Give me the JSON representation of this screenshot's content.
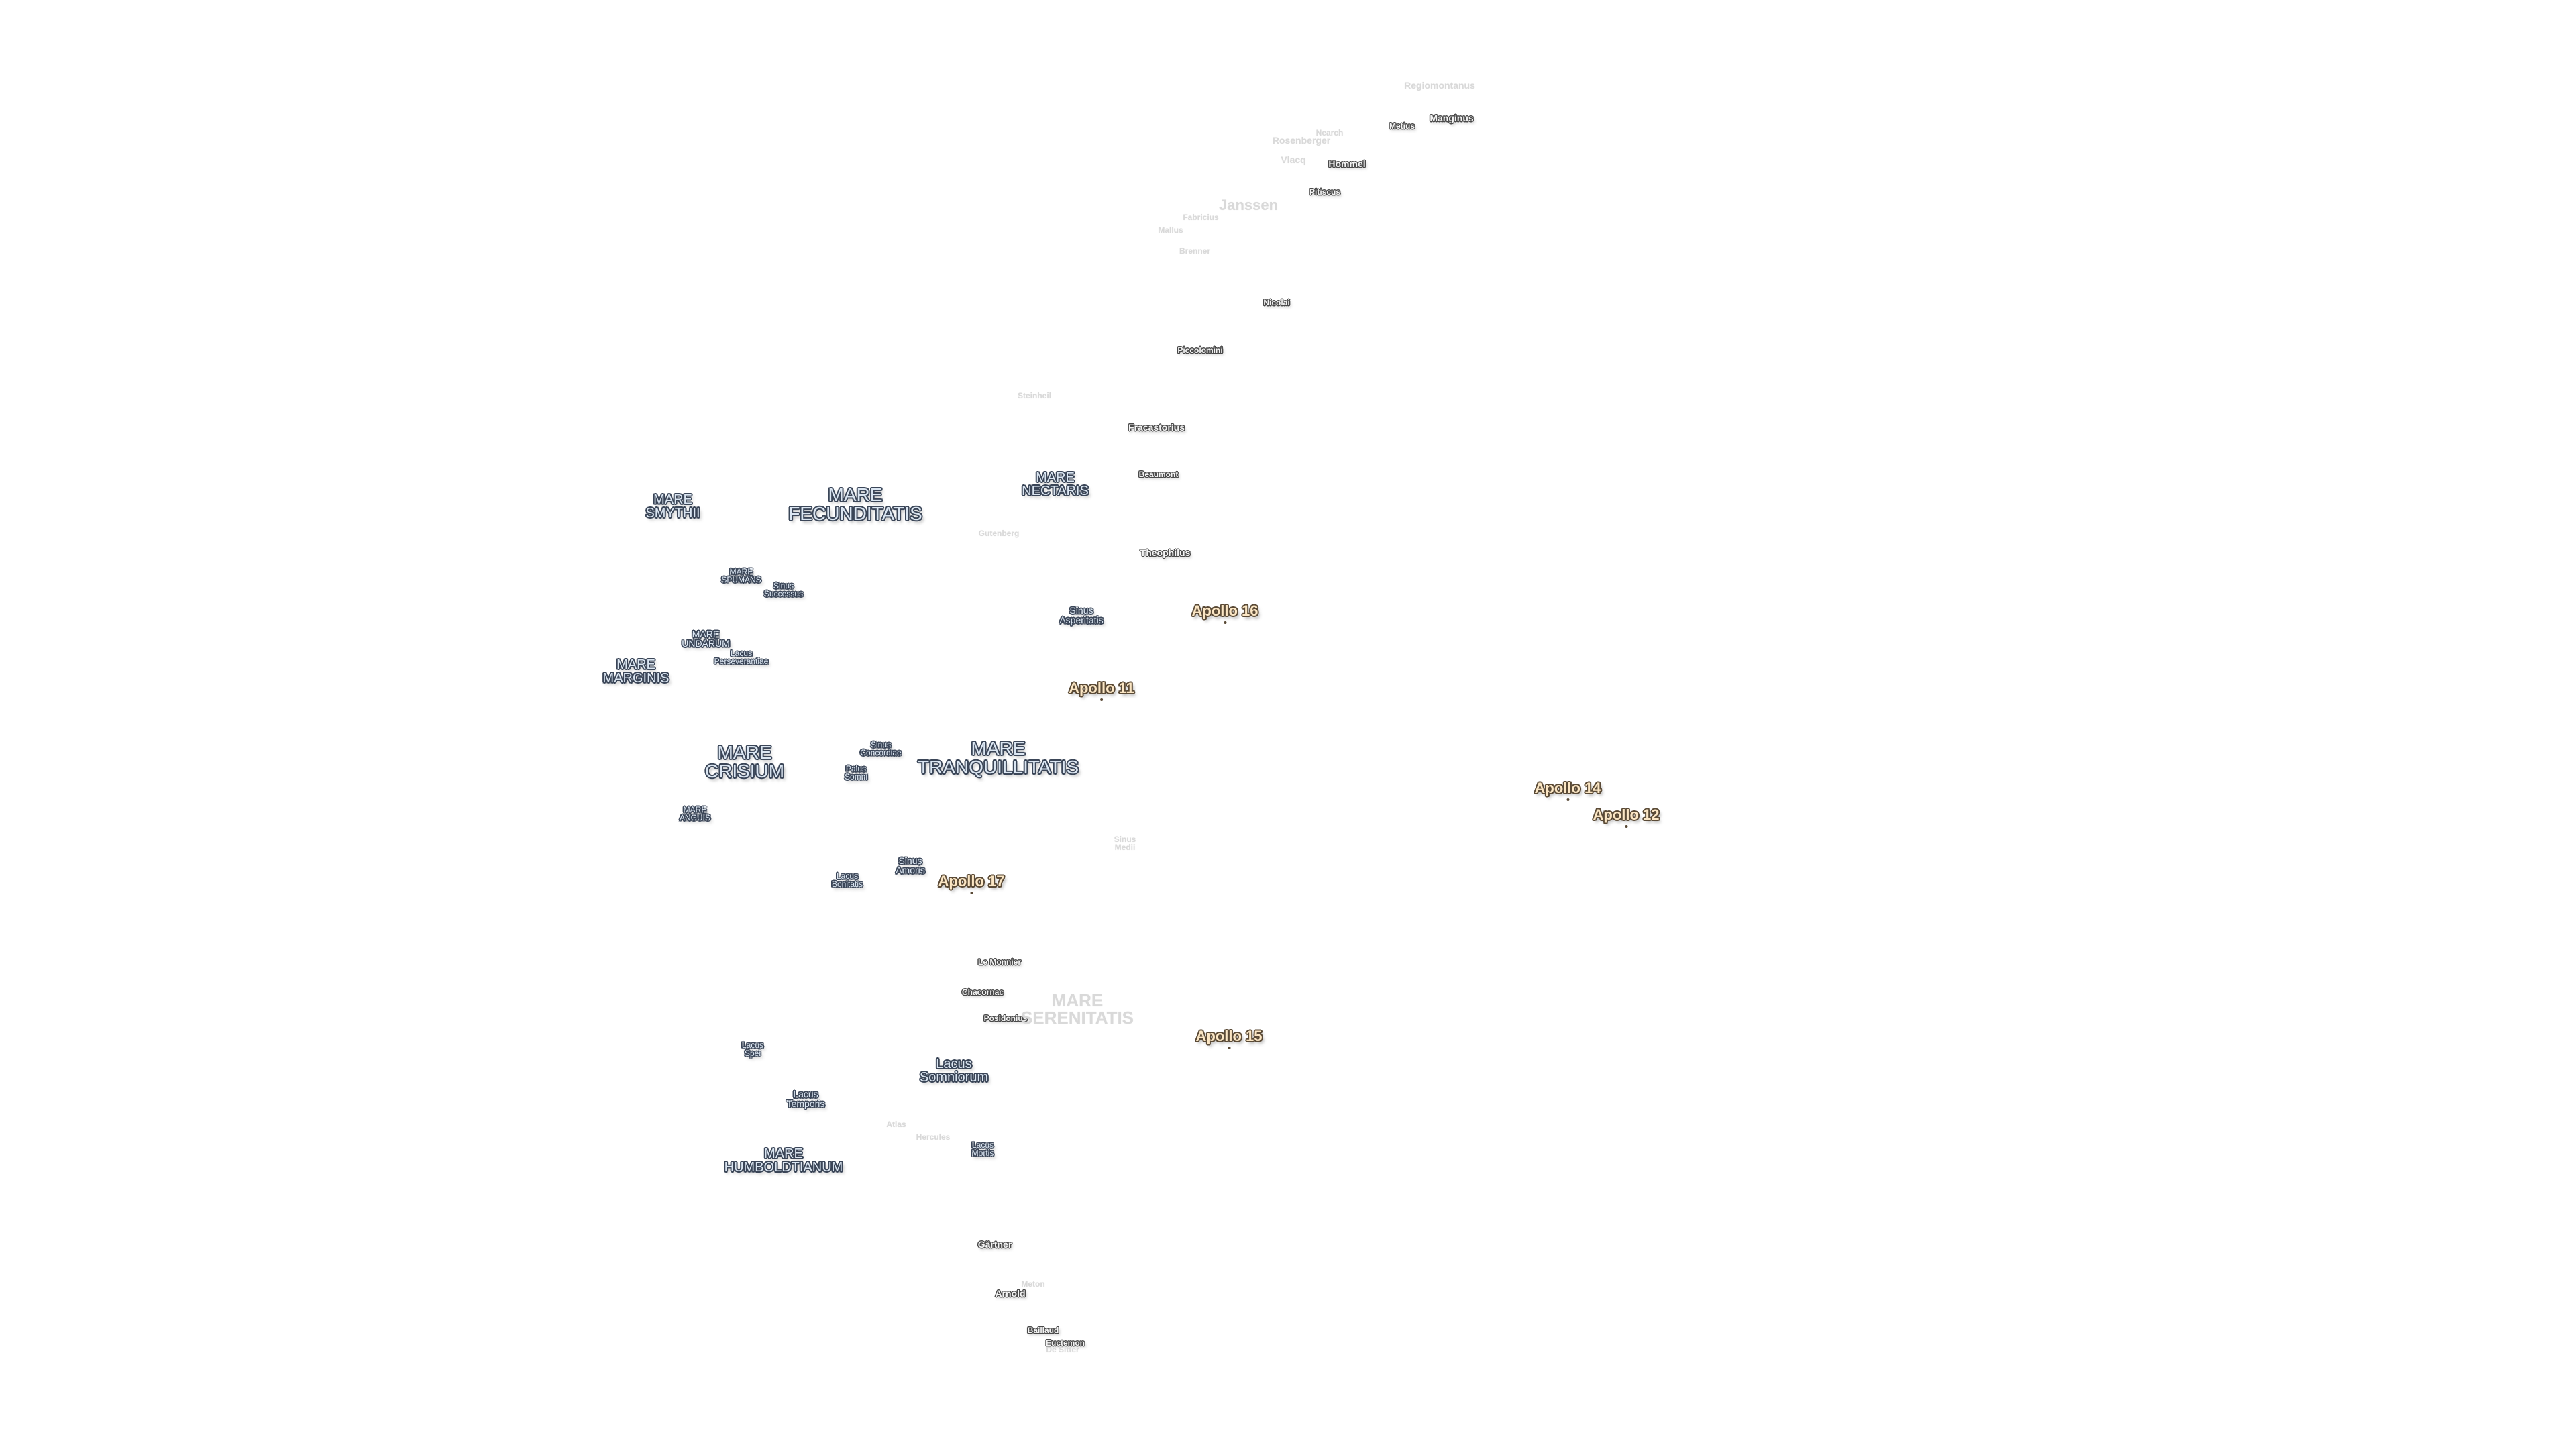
{
  "map": {
    "maria": [
      {
        "id": "mare-fecunditatis",
        "text": "MARE\nFECUNDITATIS",
        "size": "big"
      },
      {
        "id": "mare-tranquillitatis",
        "text": "MARE\nTRANQUILLITATIS",
        "size": "big"
      },
      {
        "id": "mare-crisium",
        "text": "MARE\nCRISIUM",
        "size": "big"
      },
      {
        "id": "mare-smythii",
        "text": "MARE\nSMYTHII",
        "size": "med"
      },
      {
        "id": "mare-nectaris",
        "text": "MARE\nNECTARIS",
        "size": "med"
      },
      {
        "id": "mare-marginis",
        "text": "MARE\nMARGINIS",
        "size": "med"
      },
      {
        "id": "mare-undarum",
        "text": "MARE\nUNDARUM",
        "size": "sm"
      },
      {
        "id": "mare-spumans",
        "text": "MARE\nSPUMANS",
        "size": "xs"
      },
      {
        "id": "mare-anguis",
        "text": "MARE\nANGUIS",
        "size": "xs"
      },
      {
        "id": "mare-humboldtianum",
        "text": "MARE\nHUMBOLDTIANUM",
        "size": "med"
      },
      {
        "id": "lacus-somniorum",
        "text": "Lacus\nSomniorum",
        "size": "med"
      },
      {
        "id": "sinus-asperitatis",
        "text": "Sinus\nAsperitatis",
        "size": "sm"
      },
      {
        "id": "sinus-successus",
        "text": "Sinus\nSuccessus",
        "size": "xs"
      },
      {
        "id": "lacus-perseverantiae",
        "text": "Lacus\nPerseverantiae",
        "size": "xs"
      },
      {
        "id": "sinus-concordiae",
        "text": "Sinus\nConcordiae",
        "size": "xs"
      },
      {
        "id": "palus-somni",
        "text": "Palus\nSomni",
        "size": "xs"
      },
      {
        "id": "sinus-amoris",
        "text": "Sinus\nAmoris",
        "size": "sm"
      },
      {
        "id": "lacus-bonitatis",
        "text": "Lacus\nBonitatis",
        "size": "xs"
      },
      {
        "id": "lacus-spei",
        "text": "Lacus\nSpei",
        "size": "xs"
      },
      {
        "id": "lacus-temporis",
        "text": "Lacus\nTemporis",
        "size": "sm"
      },
      {
        "id": "lacus-mortis",
        "text": "Lacus\nMortis",
        "size": "xs"
      }
    ],
    "craters": [
      {
        "id": "metius",
        "text": "Metius",
        "size": "c12"
      },
      {
        "id": "manginus",
        "text": "Manginus",
        "size": "c14"
      },
      {
        "id": "hommel",
        "text": "Hommel",
        "size": "c14"
      },
      {
        "id": "pitiscus",
        "text": "Pitiscus",
        "size": "c12"
      },
      {
        "id": "nicolai",
        "text": "Nicolai",
        "size": "c12"
      },
      {
        "id": "piccolomini",
        "text": "Piccolomini",
        "size": "c12"
      },
      {
        "id": "fracastorius",
        "text": "Fracastorius",
        "size": "c14"
      },
      {
        "id": "beaumont",
        "text": "Beaumont",
        "size": "c12"
      },
      {
        "id": "theophilus",
        "text": "Theophilus",
        "size": "c14"
      },
      {
        "id": "le-monnier",
        "text": "Le Monnier",
        "size": "c12"
      },
      {
        "id": "chacornac",
        "text": "Chacornac",
        "size": "c12"
      },
      {
        "id": "posidonius",
        "text": "Posidonius",
        "size": "c12"
      },
      {
        "id": "gartner",
        "text": "Gärtner",
        "size": "c14"
      },
      {
        "id": "arnold",
        "text": "Arnold",
        "size": "c14"
      },
      {
        "id": "baillaud",
        "text": "Baillaud",
        "size": "c12"
      },
      {
        "id": "euctemon",
        "text": "Euctemon",
        "size": "c12"
      }
    ],
    "faded": [
      {
        "id": "regiomontanus",
        "text": "Regiomontanus",
        "size": "f14"
      },
      {
        "id": "rosenberger",
        "text": "Rosenberger",
        "size": "f14"
      },
      {
        "id": "nearch",
        "text": "Nearch",
        "size": "f12"
      },
      {
        "id": "vlacq",
        "text": "Vlacq",
        "size": "f14"
      },
      {
        "id": "janssen",
        "text": "Janssen",
        "size": "f22"
      },
      {
        "id": "fabricius",
        "text": "Fabricius",
        "size": "f12"
      },
      {
        "id": "mallus",
        "text": "Mallus",
        "size": "f12"
      },
      {
        "id": "brenner",
        "text": "Brenner",
        "size": "f12"
      },
      {
        "id": "steinheil",
        "text": "Steinheil",
        "size": "f12"
      },
      {
        "id": "gutenberg",
        "text": "Gutenberg",
        "size": "f12"
      },
      {
        "id": "sinus-medii",
        "text": "Sinus\nMedii",
        "size": "f12"
      },
      {
        "id": "mare-serenitatis",
        "text": "MARE\nSERENITATIS",
        "size": "f26"
      },
      {
        "id": "hercules",
        "text": "Hercules",
        "size": "f12"
      },
      {
        "id": "atlas",
        "text": "Atlas",
        "size": "f12"
      },
      {
        "id": "meton",
        "text": "Meton",
        "size": "f12"
      },
      {
        "id": "de-sitter",
        "text": "De Sitter",
        "size": "f12"
      }
    ],
    "apollo": [
      {
        "id": "apollo-16",
        "text": "Apollo 16"
      },
      {
        "id": "apollo-11",
        "text": "Apollo 11"
      },
      {
        "id": "apollo-14",
        "text": "Apollo 14"
      },
      {
        "id": "apollo-12",
        "text": "Apollo 12"
      },
      {
        "id": "apollo-17",
        "text": "Apollo 17"
      },
      {
        "id": "apollo-15",
        "text": "Apollo 15"
      }
    ]
  }
}
